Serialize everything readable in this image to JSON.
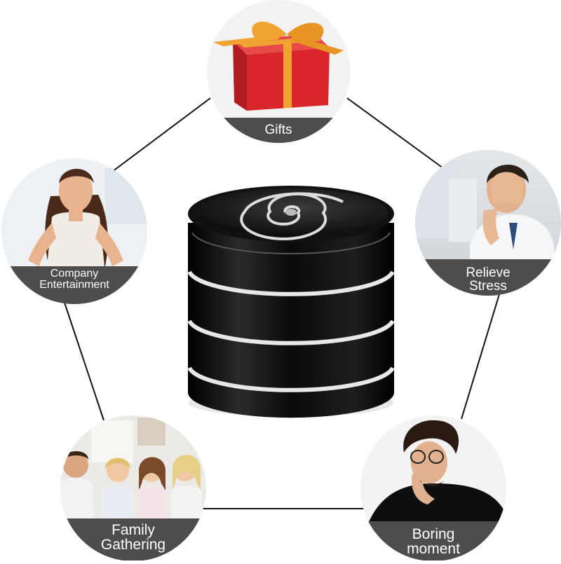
{
  "labels": {
    "gifts": "Gifts",
    "company_line1": "Company",
    "company_line2": "Entertainment",
    "relieve_line1": "Relieve",
    "relieve_line2": "Stress",
    "family_line1": "Family",
    "family_line2": "Gathering",
    "boring_line1": "Boring",
    "boring_line2": "moment"
  },
  "colors": {
    "connector": "#111111",
    "banner": "#4d4d4d",
    "gift_box": "#d9262b",
    "ribbon": "#f0a330",
    "spinner_body": "#0c0c0c",
    "spinner_stripe": "#e8e8e8"
  }
}
